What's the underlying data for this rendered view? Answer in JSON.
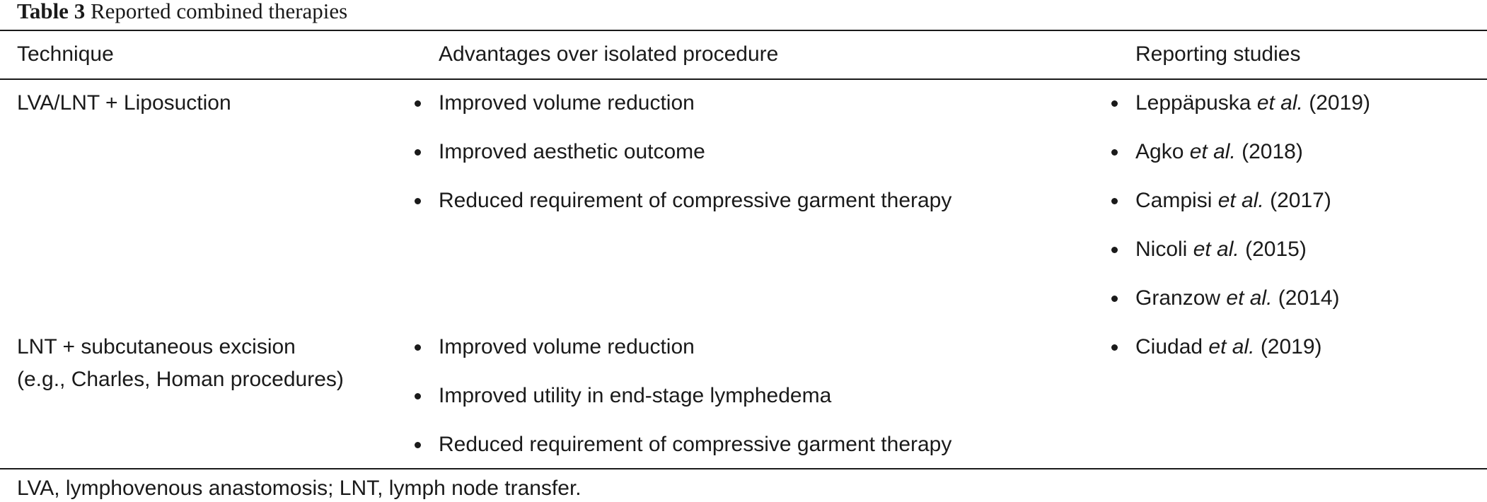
{
  "caption": {
    "label": "Table 3",
    "title": "Reported combined therapies"
  },
  "headers": {
    "technique": "Technique",
    "advantages": "Advantages over isolated procedure",
    "studies": "Reporting studies"
  },
  "rows": [
    {
      "technique_lines": [
        "LVA/LNT + Liposuction"
      ],
      "advantages": [
        "Improved volume reduction",
        "Improved aesthetic outcome",
        "Reduced requirement of compressive garment therapy"
      ],
      "studies": [
        {
          "author": "Leppäpuska",
          "etal": "et al.",
          "year": "(2019)"
        },
        {
          "author": "Agko",
          "etal": "et al.",
          "year": "(2018)"
        },
        {
          "author": "Campisi",
          "etal": "et al.",
          "year": "(2017)"
        },
        {
          "author": "Nicoli",
          "etal": "et al.",
          "year": "(2015)"
        },
        {
          "author": "Granzow",
          "etal": "et al.",
          "year": "(2014)"
        }
      ]
    },
    {
      "technique_lines": [
        "LNT + subcutaneous excision",
        "(e.g., Charles, Homan procedures)"
      ],
      "advantages": [
        "Improved volume reduction",
        "Improved utility in end-stage lymphedema",
        "Reduced requirement of compressive garment therapy"
      ],
      "studies": [
        {
          "author": "Ciudad",
          "etal": "et al.",
          "year": "(2019)"
        }
      ]
    }
  ],
  "footnote": "LVA, lymphovenous anastomosis; LNT, lymph node transfer."
}
